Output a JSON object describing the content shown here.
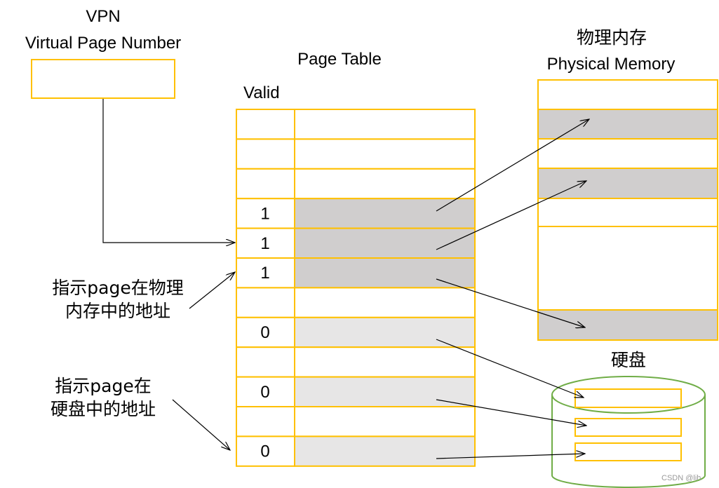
{
  "vpn": {
    "title": "VPN",
    "subtitle": "Virtual Page Number"
  },
  "page_table": {
    "title": "Page Table",
    "valid_header": "Valid",
    "rows": [
      {
        "valid": "",
        "state": "empty"
      },
      {
        "valid": "",
        "state": "empty"
      },
      {
        "valid": "",
        "state": "empty"
      },
      {
        "valid": "1",
        "state": "memory"
      },
      {
        "valid": "1",
        "state": "memory"
      },
      {
        "valid": "1",
        "state": "memory"
      },
      {
        "valid": "",
        "state": "empty"
      },
      {
        "valid": "0",
        "state": "disk"
      },
      {
        "valid": "",
        "state": "empty"
      },
      {
        "valid": "0",
        "state": "disk"
      },
      {
        "valid": "",
        "state": "empty"
      },
      {
        "valid": "0",
        "state": "disk"
      }
    ]
  },
  "physical_memory": {
    "title_cn": "物理内存",
    "title_en": "Physical Memory"
  },
  "disk": {
    "title": "硬盘"
  },
  "labels": {
    "memory_addr_line1": "指示page在物理",
    "memory_addr_line2": "内存中的地址",
    "disk_addr_line1": "指示page在",
    "disk_addr_line2": "硬盘中的地址"
  },
  "watermark": "CSDN @lih",
  "colors": {
    "border": "#FFC000",
    "mapped": "#D0CECE",
    "on_disk": "#E7E6E6",
    "disk_outline": "#70AD47"
  }
}
